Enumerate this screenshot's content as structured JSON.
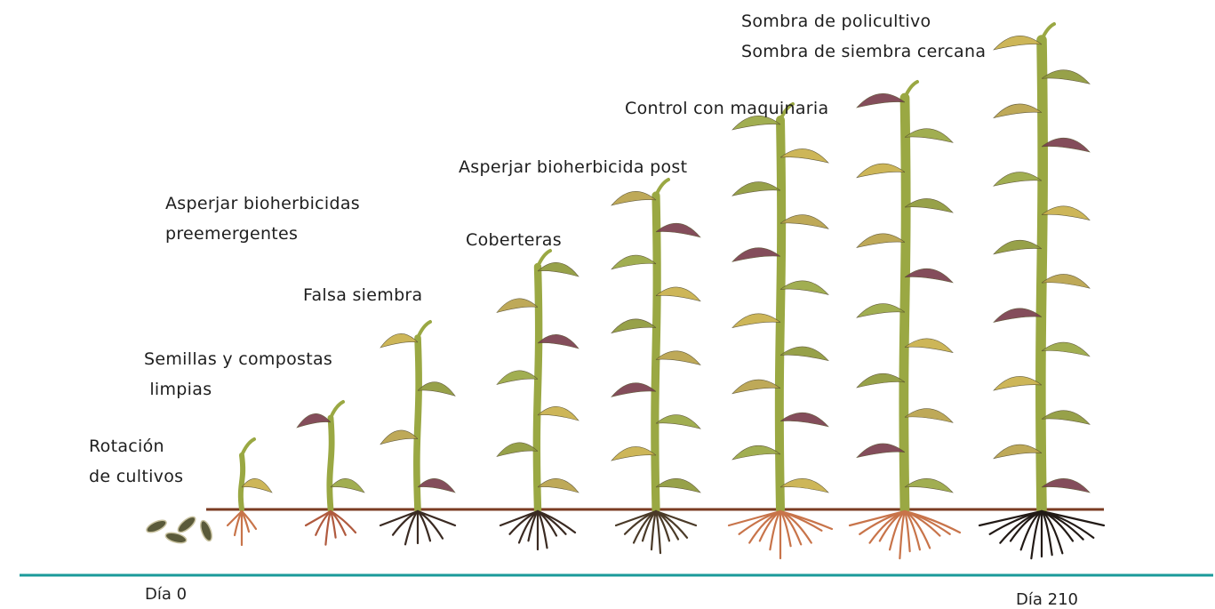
{
  "stages": [
    {
      "lines": [
        "Rotación",
        "de cultivos"
      ]
    },
    {
      "lines": [
        "Semillas y compostas",
        " limpias"
      ]
    },
    {
      "lines": [
        "Falsa siembra"
      ]
    },
    {
      "lines": [
        "Asperjar bioherbicidas",
        "preemergentes"
      ]
    },
    {
      "lines": [
        "Coberteras"
      ]
    },
    {
      "lines": [
        "Asperjar bioherbicida post"
      ]
    },
    {
      "lines": [
        "Control con maquinaria"
      ]
    },
    {
      "lines": [
        "Sombra de policultivo",
        "Sombra de siembra cercana"
      ]
    }
  ],
  "timeline": {
    "start": "Día 0",
    "end": "Día 210"
  },
  "colors": {
    "timeline": "#1a9a9a",
    "soil": "#7a3b22",
    "stem_green": "#9aa843",
    "leaf_yellow": "#c9b04a",
    "leaf_purple": "#7a3e4e",
    "root_dark": "#3a2a22",
    "root_orange": "#c8744a"
  }
}
